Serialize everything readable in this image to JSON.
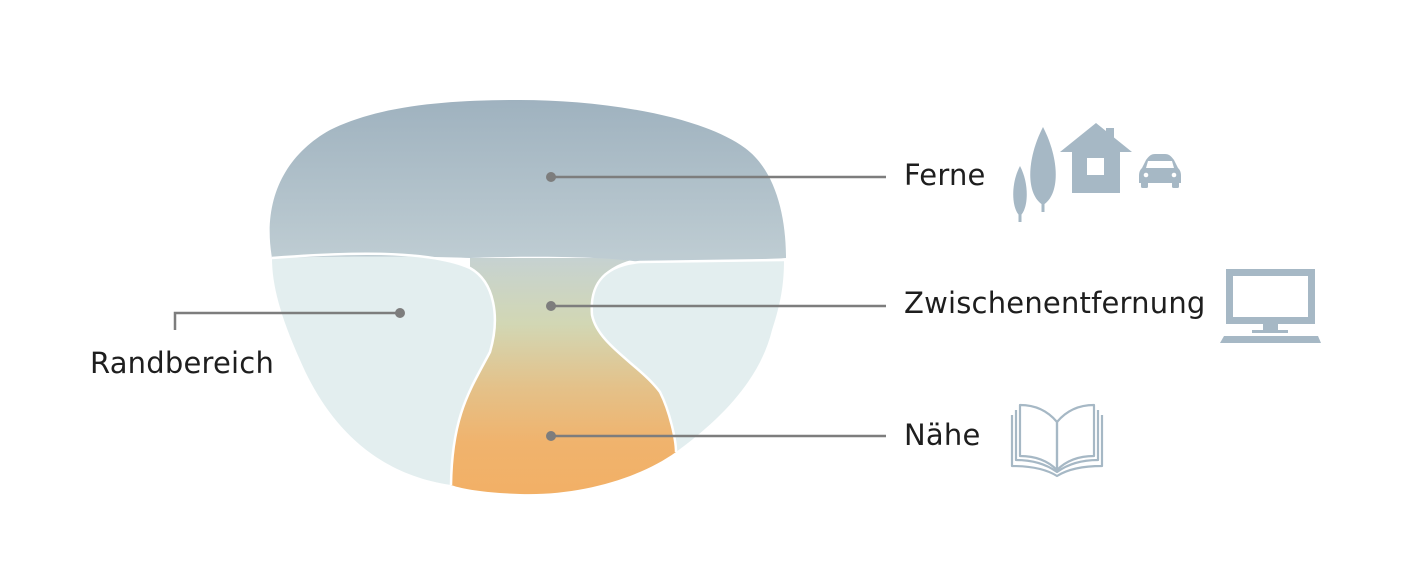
{
  "zones": {
    "ferne": {
      "label": "Ferne",
      "icon": "landscape-icon"
    },
    "zwischen": {
      "label": "Zwischenentfernung",
      "icon": "computer-monitor-icon"
    },
    "naehe": {
      "label": "Nähe",
      "icon": "open-book-icon"
    },
    "rand": {
      "label": "Randbereich"
    }
  },
  "colors": {
    "distance_zone_top": "#9fb2bf",
    "distance_zone_bottom": "#bfcdd3",
    "intermediate_zone": "#d2d6b2",
    "near_zone": "#f1b36c",
    "peripheral_zone": "#e3eeef",
    "leader_line": "#7d7d7d",
    "icon": "#a6b8c5",
    "text": "#1e1e1e"
  }
}
